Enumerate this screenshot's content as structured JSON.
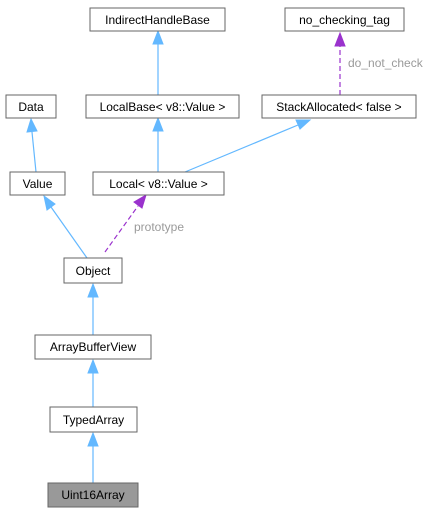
{
  "nodes": {
    "indirect_handle_base": "IndirectHandleBase",
    "no_checking_tag": "no_checking_tag",
    "data": "Data",
    "local_base": "LocalBase< v8::Value >",
    "stack_allocated": "StackAllocated< false >",
    "value": "Value",
    "local": "Local< v8::Value >",
    "object": "Object",
    "array_buffer_view": "ArrayBufferView",
    "typed_array": "TypedArray",
    "uint16_array": "Uint16Array"
  },
  "edge_labels": {
    "do_not_check": "do_not_check",
    "prototype": "prototype"
  },
  "colors": {
    "inheritance_edge": "#63b8ff",
    "usage_edge": "#9a32cd",
    "focus_fill": "#999999",
    "node_border": "#666666"
  }
}
